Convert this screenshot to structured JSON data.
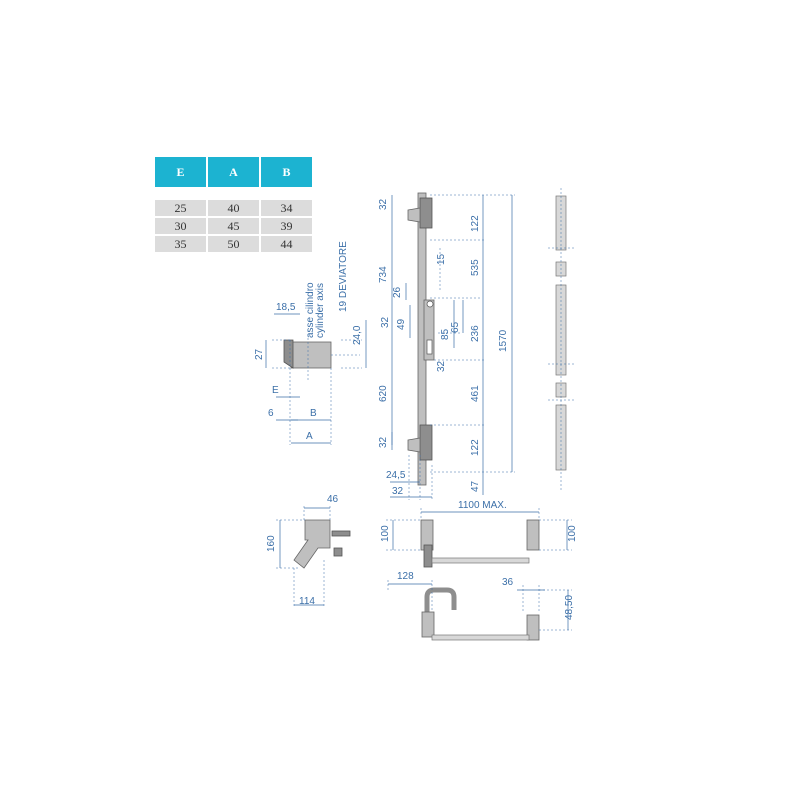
{
  "colors": {
    "header": "#1cb3d1",
    "row": "#dcdcdc",
    "dimension": "#3b6fa8",
    "part": "#bfbfbf"
  },
  "table": {
    "headers": [
      "E",
      "A",
      "B"
    ],
    "rows": [
      [
        "25",
        "40",
        "34"
      ],
      [
        "30",
        "45",
        "39"
      ],
      [
        "35",
        "50",
        "44"
      ]
    ]
  },
  "labels": {
    "cylinder_axis_it": "asse cilindro",
    "cylinder_axis_en": "cylinder axis",
    "deviator": "19 DEVIATORE",
    "max_width": "1100 MAX."
  },
  "dims": {
    "d18_5": "18,5",
    "d27": "27",
    "dE": "E",
    "d6": "6",
    "dB": "B",
    "dA": "A",
    "d24_0": "24,0",
    "d32a": "32",
    "d734": "734",
    "d122a": "122",
    "d535": "535",
    "d15": "15",
    "d26": "26",
    "d32b": "32",
    "d49": "49",
    "d85": "85",
    "d65": "65",
    "d236": "236",
    "d1570": "1570",
    "d32c": "32",
    "d620": "620",
    "d461": "461",
    "d32d": "32",
    "d122b": "122",
    "d24_5": "24,5",
    "d32e": "32",
    "d47": "47",
    "d46": "46",
    "d160": "160",
    "d114": "114",
    "d100a": "100",
    "d100b": "100",
    "d128": "128",
    "d36": "36",
    "d48_50": "48,50"
  }
}
